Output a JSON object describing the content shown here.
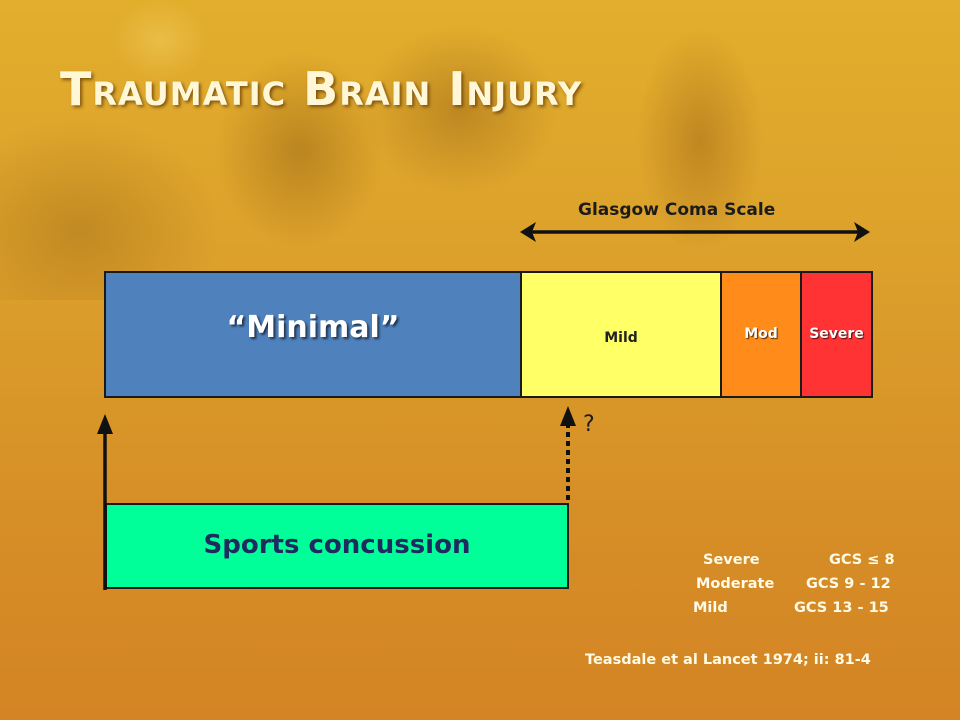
{
  "slide": {
    "title": "Traumatic Brain Injury",
    "gcs_label": "Glasgow Coma Scale",
    "segments": {
      "minimal": "“Minimal”",
      "mild": "Mild",
      "mod": "Mod",
      "severe": "Severe"
    },
    "question_mark": "?",
    "sports_concussion": "Sports concussion",
    "scale_table": [
      {
        "label": "Severe",
        "value": "GCS ≤ 8"
      },
      {
        "label": "Moderate",
        "value": "GCS 9 - 12"
      },
      {
        "label": "Mild",
        "value": "GCS 13 - 15"
      }
    ],
    "citation": "Teasdale et al Lancet 1974; ii: 81-4"
  },
  "colors": {
    "minimal": "#4f81bd",
    "mild": "#ffff66",
    "mod": "#ff8c1a",
    "severe": "#ff3333",
    "concussion": "#00ff99"
  }
}
